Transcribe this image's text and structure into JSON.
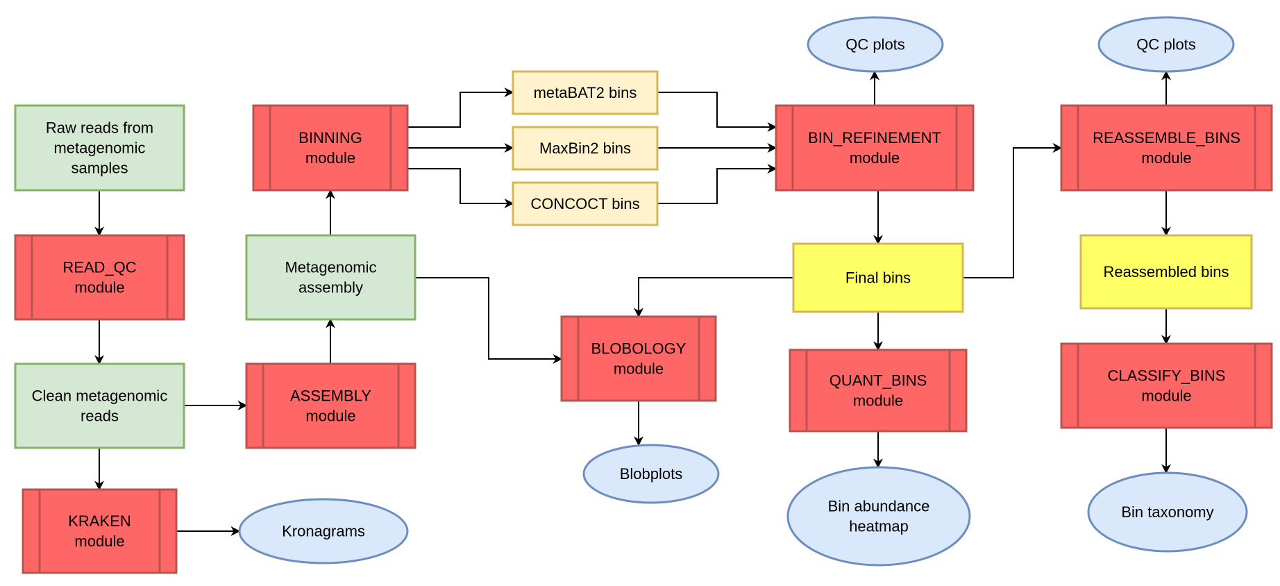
{
  "nodes": {
    "raw_reads": {
      "shape": "process",
      "lines": [
        "Raw reads from",
        "metagenomic",
        "samples"
      ]
    },
    "read_qc": {
      "shape": "module",
      "lines": [
        "READ_QC",
        "module"
      ]
    },
    "clean_reads": {
      "shape": "process",
      "lines": [
        "Clean metagenomic",
        "reads"
      ]
    },
    "kraken": {
      "shape": "module",
      "lines": [
        "KRAKEN",
        "module"
      ]
    },
    "kronagrams": {
      "shape": "output",
      "lines": [
        "Kronagrams"
      ]
    },
    "assembly_module": {
      "shape": "module",
      "lines": [
        "ASSEMBLY",
        "module"
      ]
    },
    "metagenomic_assembly": {
      "shape": "process",
      "lines": [
        "Metagenomic",
        "assembly"
      ]
    },
    "binning": {
      "shape": "module",
      "lines": [
        "BINNING",
        "module"
      ]
    },
    "metabat2": {
      "shape": "intermediate",
      "lines": [
        "metaBAT2 bins"
      ]
    },
    "maxbin2": {
      "shape": "intermediate",
      "lines": [
        "MaxBin2 bins"
      ]
    },
    "concoct": {
      "shape": "intermediate",
      "lines": [
        "CONCOCT bins"
      ]
    },
    "blobology": {
      "shape": "module",
      "lines": [
        "BLOBOLOGY",
        "module"
      ]
    },
    "blobplots": {
      "shape": "output",
      "lines": [
        "Blobplots"
      ]
    },
    "qc_plots_1": {
      "shape": "output",
      "lines": [
        "QC plots"
      ]
    },
    "bin_refinement": {
      "shape": "module",
      "lines": [
        "BIN_REFINEMENT",
        "module"
      ]
    },
    "final_bins": {
      "shape": "result",
      "lines": [
        "Final bins"
      ]
    },
    "quant_bins": {
      "shape": "module",
      "lines": [
        "QUANT_BINS",
        "module"
      ]
    },
    "bin_abundance": {
      "shape": "output",
      "lines": [
        "Bin abundance",
        "heatmap"
      ]
    },
    "qc_plots_2": {
      "shape": "output",
      "lines": [
        "QC plots"
      ]
    },
    "reassemble_bins": {
      "shape": "module",
      "lines": [
        "REASSEMBLE_BINS",
        "module"
      ]
    },
    "reassembled_bins": {
      "shape": "result",
      "lines": [
        "Reassembled bins"
      ]
    },
    "classify_bins": {
      "shape": "module",
      "lines": [
        "CLASSIFY_BINS",
        "module"
      ]
    },
    "bin_taxonomy": {
      "shape": "output",
      "lines": [
        "Bin taxonomy"
      ]
    }
  },
  "edges": [
    {
      "from": "raw_reads",
      "to": "read_qc"
    },
    {
      "from": "read_qc",
      "to": "clean_reads"
    },
    {
      "from": "clean_reads",
      "to": "kraken"
    },
    {
      "from": "kraken",
      "to": "kronagrams"
    },
    {
      "from": "clean_reads",
      "to": "assembly_module"
    },
    {
      "from": "assembly_module",
      "to": "metagenomic_assembly"
    },
    {
      "from": "metagenomic_assembly",
      "to": "binning"
    },
    {
      "from": "metagenomic_assembly",
      "to": "blobology"
    },
    {
      "from": "binning",
      "to": "metabat2"
    },
    {
      "from": "binning",
      "to": "maxbin2"
    },
    {
      "from": "binning",
      "to": "concoct"
    },
    {
      "from": "metabat2",
      "to": "bin_refinement"
    },
    {
      "from": "maxbin2",
      "to": "bin_refinement"
    },
    {
      "from": "concoct",
      "to": "bin_refinement"
    },
    {
      "from": "bin_refinement",
      "to": "qc_plots_1"
    },
    {
      "from": "bin_refinement",
      "to": "final_bins"
    },
    {
      "from": "final_bins",
      "to": "blobology"
    },
    {
      "from": "blobology",
      "to": "blobplots"
    },
    {
      "from": "final_bins",
      "to": "quant_bins"
    },
    {
      "from": "quant_bins",
      "to": "bin_abundance"
    },
    {
      "from": "final_bins",
      "to": "reassemble_bins"
    },
    {
      "from": "reassemble_bins",
      "to": "qc_plots_2"
    },
    {
      "from": "reassemble_bins",
      "to": "reassembled_bins"
    },
    {
      "from": "reassembled_bins",
      "to": "classify_bins"
    },
    {
      "from": "classify_bins",
      "to": "bin_taxonomy"
    }
  ],
  "colors": {
    "process_fill": "#d5e8d4",
    "process_stroke": "#82b366",
    "module_fill": "#ff6666",
    "module_stroke": "#b85450",
    "intermediate_fill": "#fff2cc",
    "intermediate_stroke": "#d6b656",
    "result_fill": "#ffff66",
    "result_stroke": "#d6b656",
    "output_fill": "#dae8fc",
    "output_stroke": "#6c8ebf",
    "edge": "#000000"
  }
}
